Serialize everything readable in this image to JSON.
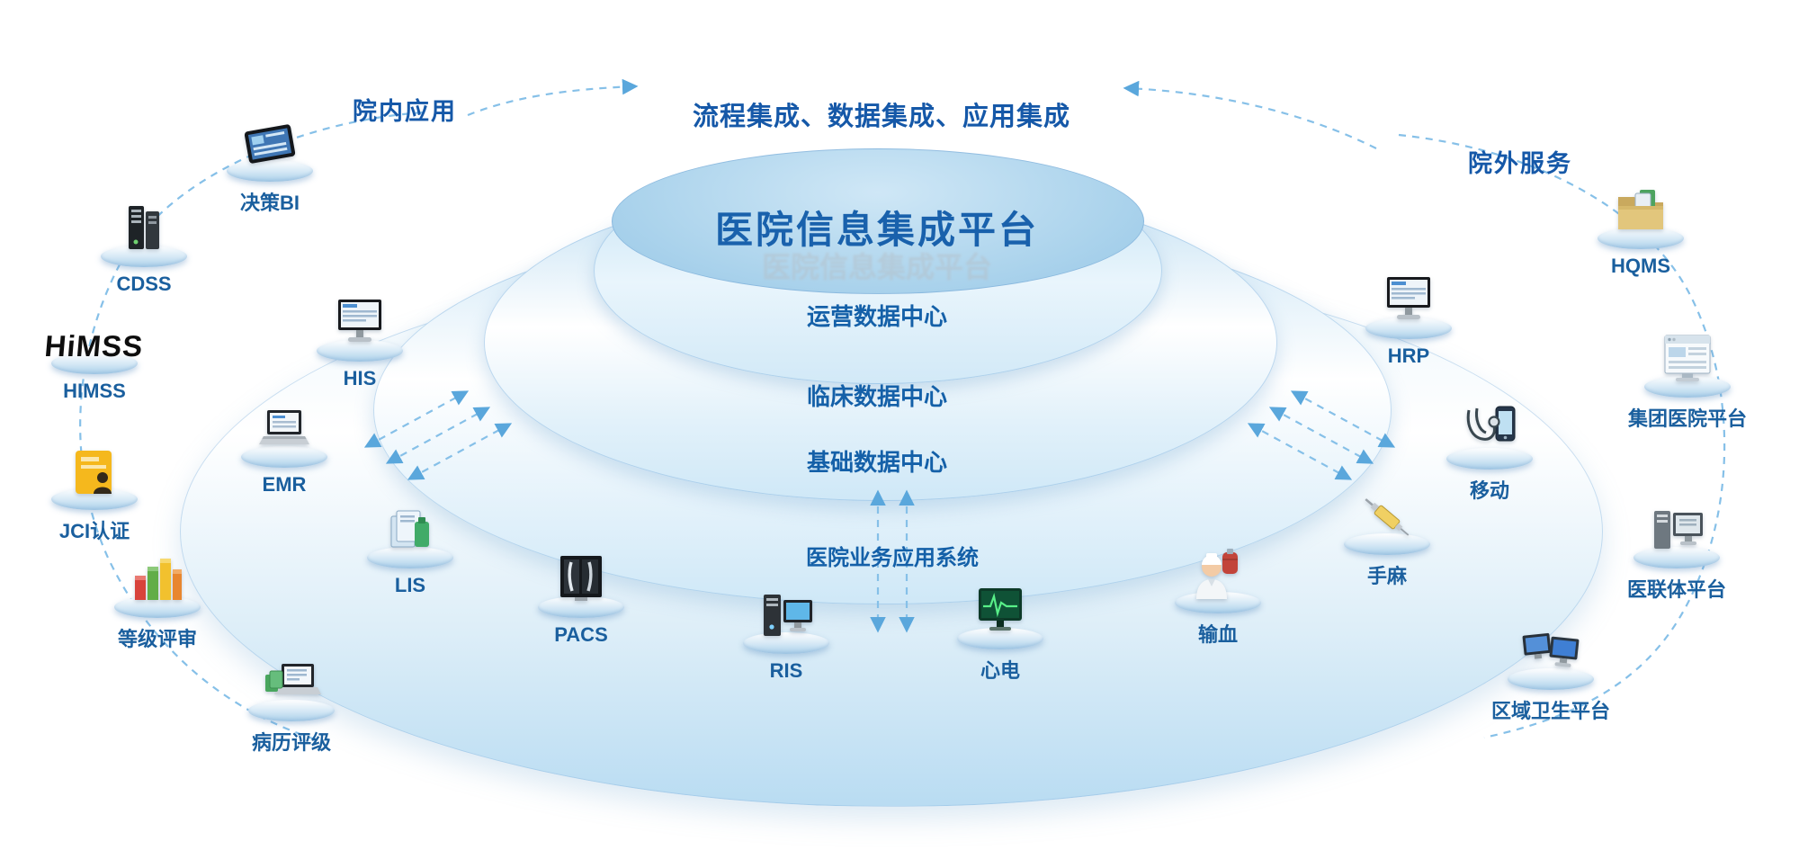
{
  "title": "医院信息集成平台",
  "watermark": "医院信息集成平台",
  "banner": "流程集成、数据集成、应用集成",
  "regions": {
    "left": "院内应用",
    "right": "院外服务"
  },
  "layers": [
    "运营数据中心",
    "临床数据中心",
    "基础数据中心",
    "医院业务应用系统"
  ],
  "inner_nodes": [
    {
      "label": "HIS",
      "icon": "desktop-monitor-icon"
    },
    {
      "label": "EMR",
      "icon": "laptop-icon"
    },
    {
      "label": "LIS",
      "icon": "lab-documents-icon"
    },
    {
      "label": "PACS",
      "icon": "xray-film-icon"
    },
    {
      "label": "RIS",
      "icon": "workstation-icon"
    },
    {
      "label": "心电",
      "icon": "ecg-monitor-icon"
    },
    {
      "label": "输血",
      "icon": "nurse-blood-bag-icon"
    },
    {
      "label": "手麻",
      "icon": "syringe-icon"
    },
    {
      "label": "移动",
      "icon": "phone-stethoscope-icon"
    },
    {
      "label": "HRP",
      "icon": "desktop-monitor-icon"
    }
  ],
  "left_nodes": [
    {
      "label": "决策BI",
      "icon": "tablet-icon"
    },
    {
      "label": "CDSS",
      "icon": "server-towers-icon"
    },
    {
      "label": "HIMSS",
      "icon": "himss-logo",
      "logo_text": "HiMSS"
    },
    {
      "label": "JCI认证",
      "icon": "certificate-card-icon"
    },
    {
      "label": "等级评审",
      "icon": "bar-chart-3d-icon"
    },
    {
      "label": "病历评级",
      "icon": "laptop-records-icon"
    }
  ],
  "right_nodes": [
    {
      "label": "HQMS",
      "icon": "folder-files-icon"
    },
    {
      "label": "集团医院平台",
      "icon": "browser-window-icon"
    },
    {
      "label": "医联体平台",
      "icon": "gray-workstation-icon"
    },
    {
      "label": "区域卫生平台",
      "icon": "dual-monitors-icon"
    }
  ],
  "colors": {
    "accent_text": "#1460a8",
    "node_label": "#1a5f9e",
    "dashed_line": "#86c0e8",
    "dome_blue": "#abd3ec",
    "outer_ellipse": "#b9dcf2"
  }
}
